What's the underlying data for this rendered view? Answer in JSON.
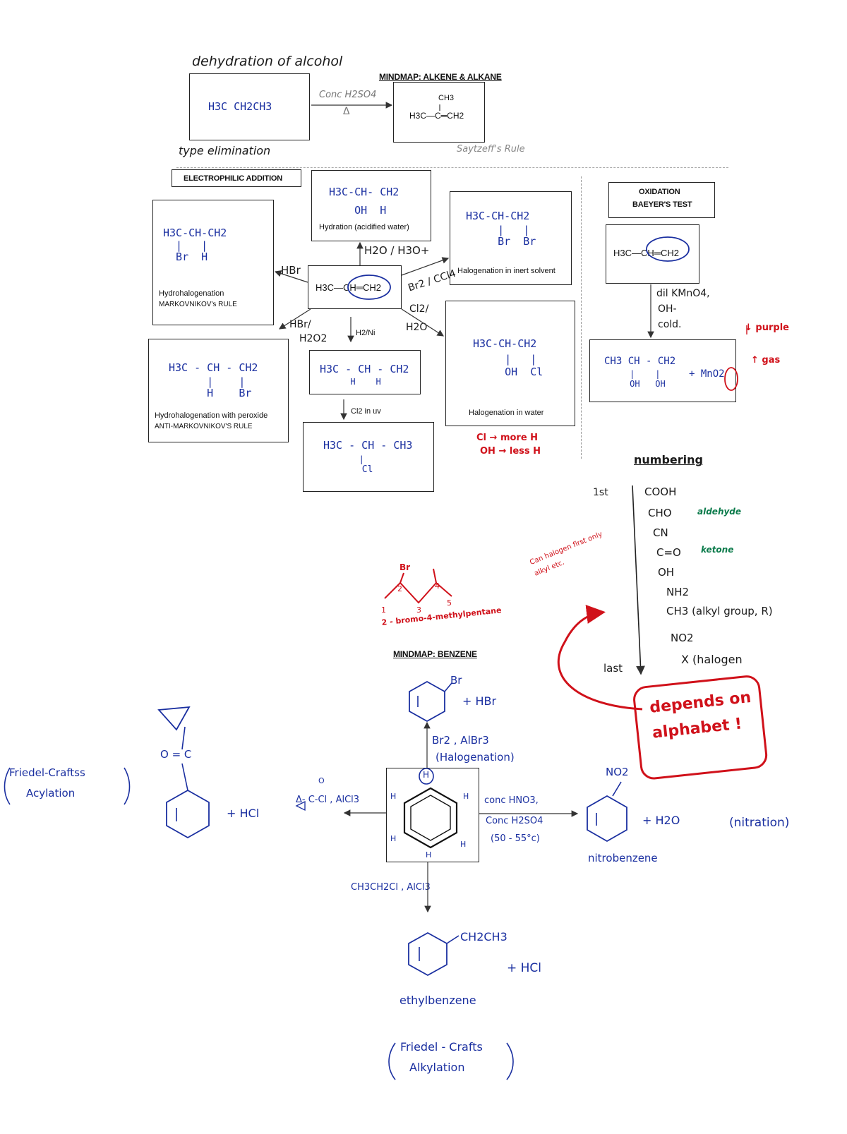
{
  "alkene_map": {
    "title": "MINDMAP: ALKENE & ALKANE",
    "dehydration": {
      "heading": "dehydration of alcohol",
      "reactant": "H3C CH2CH3",
      "condition": "Conc H2SO4",
      "heat": "Δ",
      "product_ch3": "CH3",
      "product": "H3C—C═CH2",
      "type": "type elimination",
      "rule": "Saytzeff's Rule"
    },
    "electrophilic": {
      "heading": "ELECTROPHILIC ADDITION",
      "center": "H3C—CH═CH2",
      "markov": {
        "mol_line1": "H3C-CH-CH2",
        "mol_line2": "  |   |",
        "mol_line3": "  Br  H",
        "label1": "Hydrohalogenation",
        "label2": "MARKOVNIKOV's RULE",
        "reagent": "HBr"
      },
      "hydration": {
        "mol_line1": "H3C-CH- CH2",
        "mol_line2": "    OH  H",
        "label": "Hydration (acidified water)",
        "reagent": "H2O / H3O+"
      },
      "halogen_inert": {
        "mol_line1": "H3C-CH-CH2",
        "mol_line2": "     |   |",
        "mol_line3": "     Br  Br",
        "label": "Halogenation in inert solvent",
        "reagent": "Br2 / CCl4"
      },
      "anti_markov": {
        "mol_line1": "H3C - CH - CH2",
        "mol_line2": "      |    |",
        "mol_line3": "      H    Br",
        "label1": "Hydrohalogenation with peroxide",
        "label2": "ANTI-MARKOVNIKOV'S RULE",
        "reagent_line1": "HBr/",
        "reagent_line2": "H2O2"
      },
      "hydrogenation": {
        "mol_line1": "H3C - CH - CH2",
        "mol_line2": "      H    H",
        "reagent": "H2/Ni"
      },
      "chlorination": {
        "mol_line1": "H3C - CH - CH3",
        "mol_line2": "       |",
        "mol_line3": "       Cl",
        "reagent": "Cl2 in uv"
      },
      "halogen_water": {
        "mol_line1": "H3C-CH-CH2",
        "mol_line2": "     |   |",
        "mol_line3": "     OH  Cl",
        "label": "Halogenation in water",
        "reagent_line1": "Cl2/",
        "reagent_line2": "H2O",
        "note1": "Cl → more H",
        "note2": "OH → less H"
      }
    },
    "oxidation": {
      "heading1": "OXIDATION",
      "heading2": "BAEYER'S TEST",
      "reactant": "H3C—CH═CH2",
      "cond1": "dil KMnO4,",
      "cond2": "OH-",
      "cond3": "cold.",
      "product_line1": "CH3 CH - CH2",
      "product_line2": "     |    |",
      "product_line3": "     OH   OH",
      "byproduct": "+ MnO2",
      "note_purple": "↓ purple",
      "note_gas": "↑ gas"
    }
  },
  "numbering": {
    "heading": "numbering",
    "first": "1st",
    "last": "last",
    "items": [
      "COOH",
      "CHO",
      "CN",
      "C=O",
      "OH",
      "NH2",
      "CH3 (alkyl group, R)",
      "NO2",
      "X (halogen"
    ],
    "cho_note": "aldehyde",
    "co_note": "ketone",
    "side_note": "Can halogen first only alkyl etc.",
    "depends": "depends on alphabet !"
  },
  "naming_example": {
    "atom": "Br",
    "nums": [
      "1",
      "2",
      "3",
      "4",
      "5"
    ],
    "name": "2 - bromo-4-methylpentane"
  },
  "benzene_map": {
    "title": "MINDMAP: BENZENE",
    "center_h": "H",
    "halogenation": {
      "product_sub": "Br",
      "byproduct": "+ HBr",
      "reagent": "Br2 , AlBr3",
      "label": "(Halogenation)"
    },
    "nitration": {
      "reagent1": "conc HNO3,",
      "reagent2": "Conc H2SO4",
      "reagent3": "(50 - 55°c)",
      "product_sub": "NO2",
      "byproduct": "+ H2O",
      "name": "nitrobenzene",
      "label": "(nitration)"
    },
    "acylation": {
      "reagent_o": "O",
      "reagent": "Δ- C-Cl , AlCl3",
      "carbonyl": "O = C",
      "byproduct": "+ HCl",
      "label1": "Friedel-Craftss",
      "label2": "Acylation"
    },
    "alkylation": {
      "reagent": "CH3CH2Cl , AlCl3",
      "product_sub": "CH2CH3",
      "byproduct": "+ HCl",
      "name": "ethylbenzene",
      "label1": "Friedel - Crafts",
      "label2": "Alkylation"
    }
  }
}
